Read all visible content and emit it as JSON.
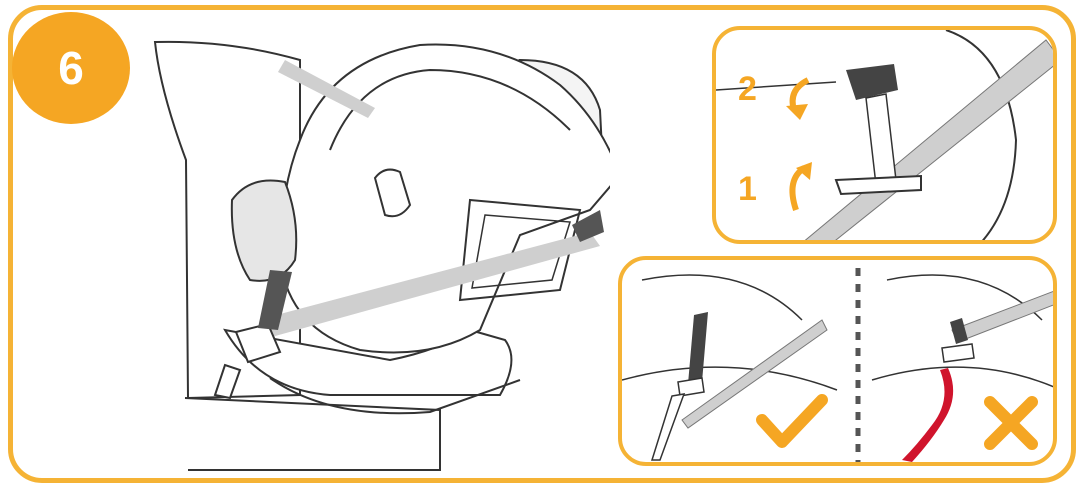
{
  "step": {
    "number": "6"
  },
  "detail_top": {
    "label_2": "2",
    "label_1": "1"
  },
  "detail_bottom": {
    "correct": "check-mark-icon",
    "incorrect": "cross-mark-icon"
  },
  "colors": {
    "accent": "#F5A623",
    "belt": "#CFCFCF",
    "error": "#D0142C",
    "line": "#333333"
  }
}
